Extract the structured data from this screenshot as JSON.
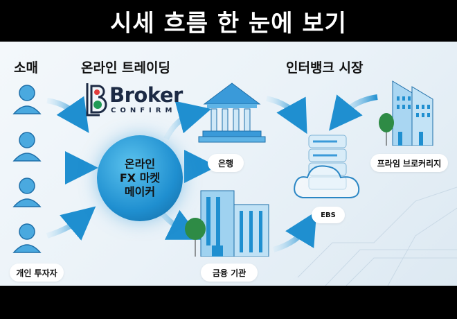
{
  "title": "시세 흐름 한 눈에 보기",
  "headings": {
    "retail": "소매",
    "online_trading": "온라인 트레이딩",
    "interbank": "인터뱅크 시장"
  },
  "logo": {
    "name": "Broker",
    "sub": "CONFIRM"
  },
  "center_node": {
    "line1": "온라인",
    "line2": "FX 마켓",
    "line3": "메이커"
  },
  "labels": {
    "individual": "개인 투자자",
    "bank": "은행",
    "financial_institution": "금융 기관",
    "ebs": "EBS",
    "prime_brokerage": "프라임 브로커리지"
  },
  "colors": {
    "accent": "#1f8fd0",
    "arrow": "#2a9ad8",
    "tree": "#2e8b45"
  }
}
